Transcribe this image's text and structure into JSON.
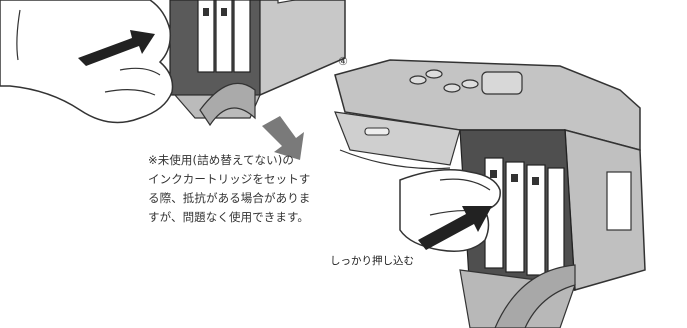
{
  "note": {
    "lines": [
      "※未使用(詰め替えてない)の",
      "インクカートリッジをセットす",
      "る際、抵抗がある場合がありま",
      "すが、問題なく使用できます。"
    ]
  },
  "step_number": "④",
  "push_label": "しっかり押し込む",
  "colors": {
    "arrow": "#666666",
    "printer_body": "#bdbdbd",
    "printer_dark": "#555555",
    "text": "#333333"
  }
}
